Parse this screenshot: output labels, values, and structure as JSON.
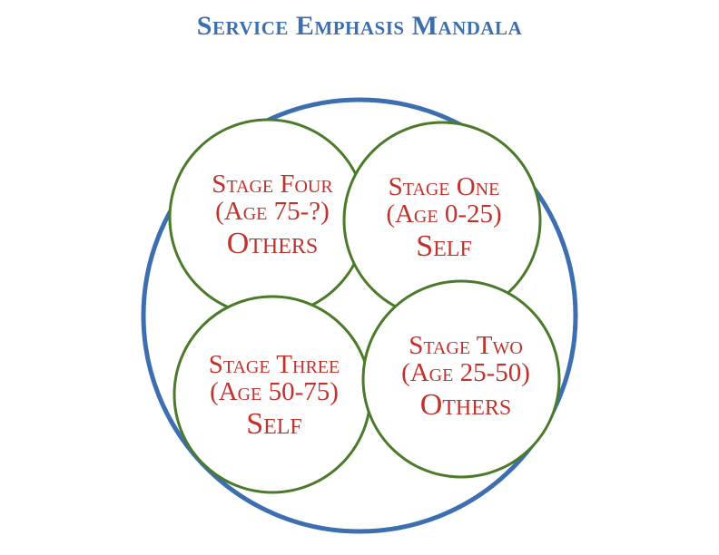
{
  "title": "Service Emphasis Mandala",
  "colors": {
    "title": "#3d6fb0",
    "outer_ring": "#3d6fb0",
    "stage_ring": "#4a7a2a",
    "stage_text": "#c0322b"
  },
  "stages": [
    {
      "id": "stage-four",
      "name": "Stage Four",
      "age": "(Age 75-?)",
      "focus": "Others"
    },
    {
      "id": "stage-one",
      "name": "Stage One",
      "age": "(Age 0-25)",
      "focus": "Self"
    },
    {
      "id": "stage-three",
      "name": "Stage Three",
      "age": "(Age 50-75)",
      "focus": "Self"
    },
    {
      "id": "stage-two",
      "name": "Stage Two",
      "age": "(Age 25-50)",
      "focus": "Others"
    }
  ]
}
